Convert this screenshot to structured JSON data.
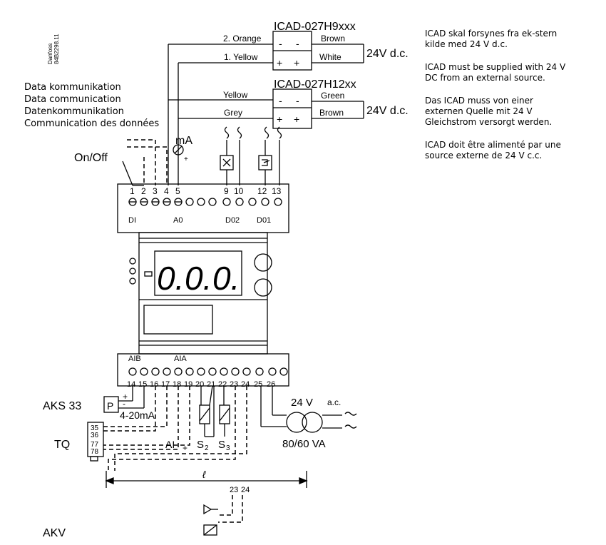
{
  "doc_code": {
    "line1": "Danfoss",
    "line2": "84B2298.11"
  },
  "data_comm": [
    "Data kommunikation",
    "Data communication",
    "Datenkommunikation",
    "Communication des données"
  ],
  "notes": [
    "ICAD skal forsynes fra ek-stern kilde med 24 V d.c.",
    "ICAD must be supplied with 24 V DC from an external source.",
    "Das ICAD muss von einer externen Quelle mit 24 V Gleichstrom versorgt werden.",
    "ICAD doit être alimenté par une source externe de 24 V c.c."
  ],
  "icad_top": {
    "title": "ICAD-027H9xxx",
    "wire_upper": "2. Orange",
    "wire_lower": "1. Yellow",
    "out_upper": "Brown",
    "out_lower": "White",
    "supply": "24V d.c."
  },
  "icad_bottom": {
    "title": "ICAD-027H12xx",
    "wire_upper": "Yellow",
    "wire_lower": "Grey",
    "out_upper": "Green",
    "out_lower": "Brown",
    "supply": "24V d.c."
  },
  "signs": {
    "minus": "-",
    "plus": "+"
  },
  "labels": {
    "on_off": "On/Off",
    "ma": "mA",
    "ma_plus": "+",
    "aks": "AKS 33",
    "p": "P",
    "range": "4-20mA",
    "tq": "TQ",
    "ai": "AI",
    "s2": "S",
    "s3": "S",
    "sub2": "2",
    "sub3": "3",
    "ac_v": "24 V",
    "ac_unit": "a.c.",
    "va": "80/60 VA",
    "length": "ℓ",
    "akv": "AKV",
    "t23": "23",
    "t24": "24"
  },
  "top_terminals": [
    "1",
    "2",
    "3",
    "4",
    "5",
    "9",
    "10",
    "12",
    "13"
  ],
  "top_groups": [
    "DI",
    "A0",
    "D02",
    "D01"
  ],
  "bottom_groups": [
    "AIB",
    "AIA"
  ],
  "bottom_terminals": [
    "14",
    "15",
    "16",
    "17",
    "18",
    "19",
    "20",
    "21",
    "22",
    "23",
    "24",
    "25",
    "26"
  ],
  "tq_pins": [
    "35",
    "36",
    "77",
    "78"
  ],
  "display": {
    "digits": [
      "0.",
      "0.",
      "0."
    ]
  }
}
